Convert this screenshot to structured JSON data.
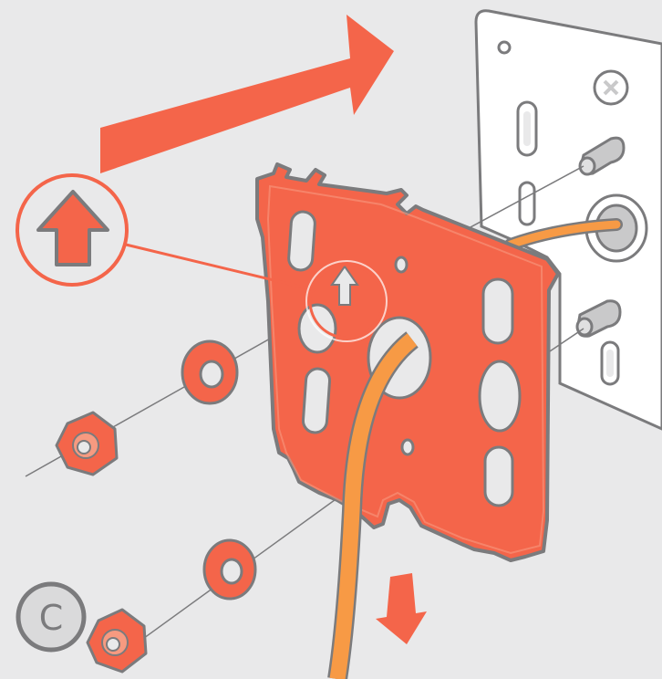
{
  "diagram": {
    "step_label": "C",
    "icons": [
      "direction-arrow-right",
      "orientation-up-arrow",
      "wire-down-arrow",
      "wall-plate",
      "mounting-bracket",
      "standoff-screw",
      "washer",
      "hex-nut",
      "cable"
    ],
    "colors": {
      "background": "#e9e9ea",
      "accent": "#f4654a",
      "cable": "#f79a45",
      "outline": "#7b7b7d",
      "wall_plate": "#ffffff",
      "badge": "#dadadb"
    }
  }
}
